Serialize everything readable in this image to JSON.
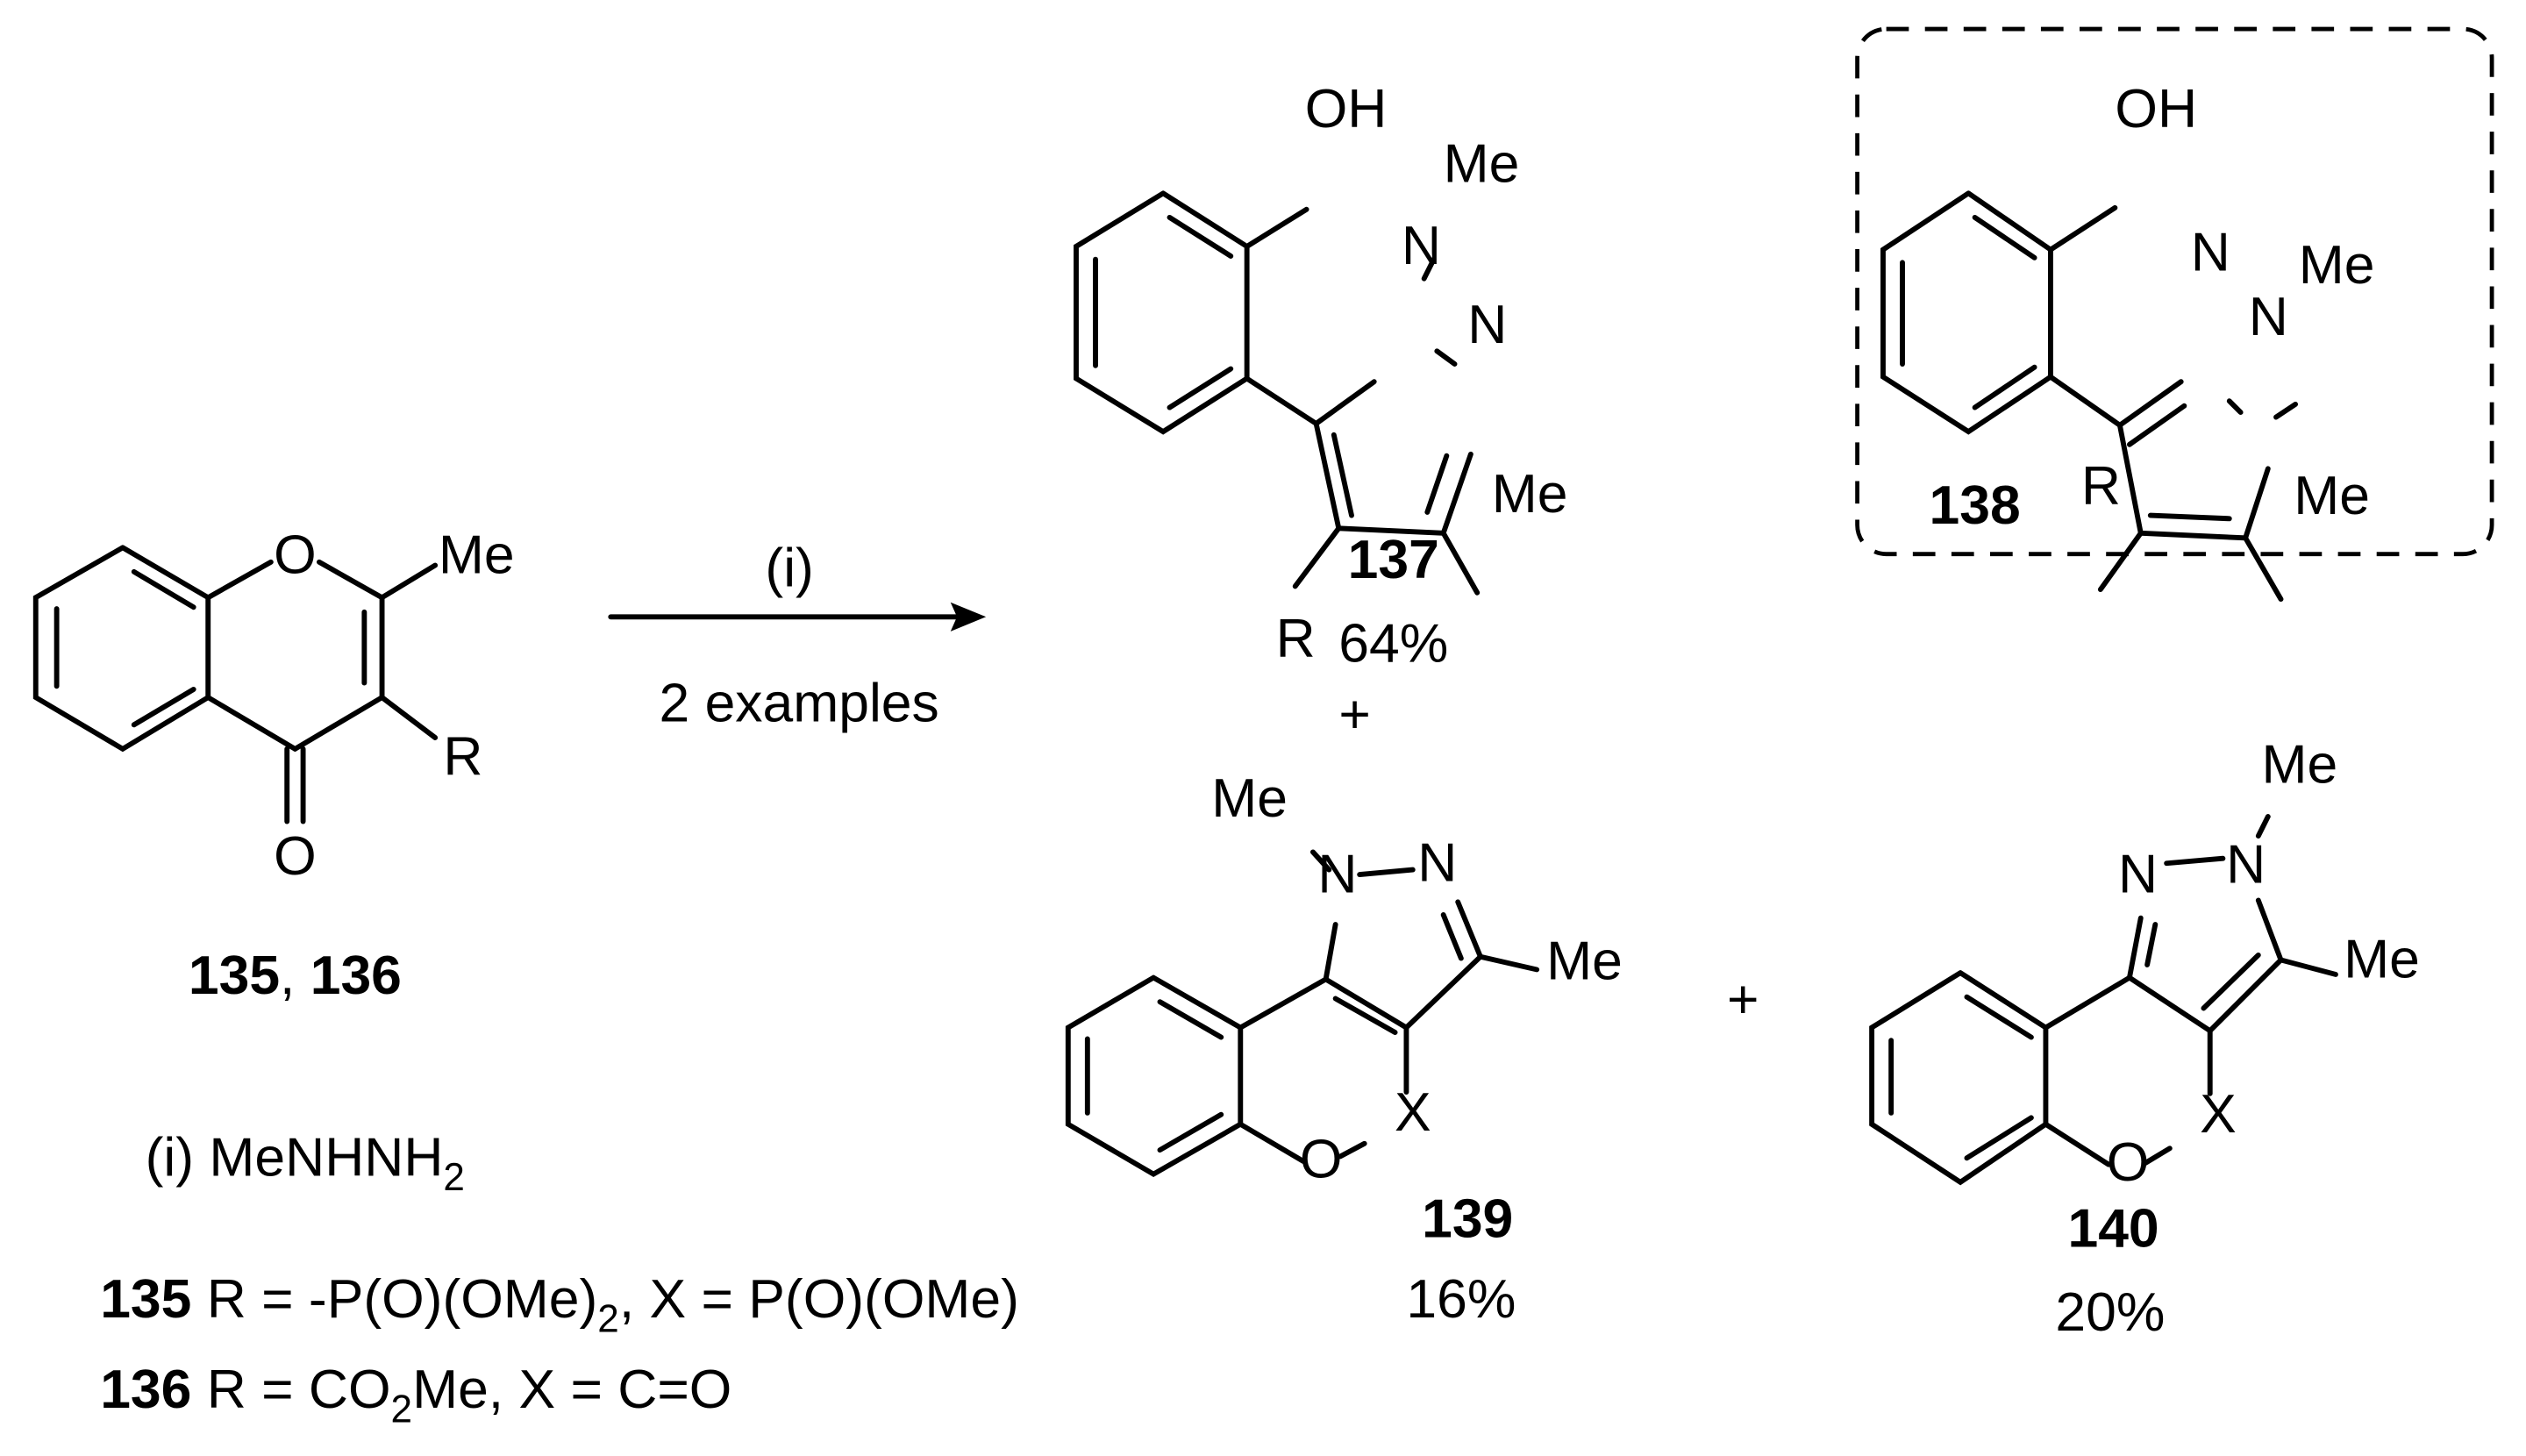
{
  "scheme": {
    "reagent_label": "(i)",
    "arrow_sublabel": "2 examples",
    "conditions": {
      "marker": "(i)",
      "reagent": "MeNHNH",
      "reagent_subscript": "2"
    },
    "plus_sign": "+",
    "starting_material": {
      "labels": [
        "135",
        "136"
      ],
      "separator": ", ",
      "atoms": {
        "ring_O": "O",
        "Me": "Me",
        "R": "R",
        "carbonyl_O": "O"
      }
    },
    "products": [
      {
        "id": "137",
        "yield": "64%",
        "atoms": {
          "OH": "OH",
          "N1": "N",
          "N2": "N",
          "NMe": "Me",
          "CMe": "Me",
          "R": "R"
        }
      },
      {
        "id": "138",
        "yield": "",
        "boxed": true,
        "atoms": {
          "OH": "OH",
          "N1": "N",
          "N2": "N",
          "NMe": "Me",
          "CMe": "Me",
          "R": "R"
        }
      },
      {
        "id": "139",
        "yield": "16%",
        "atoms": {
          "NMe": "Me",
          "N1": "N",
          "N2": "N",
          "CMe": "Me",
          "O": "O",
          "X": "X"
        }
      },
      {
        "id": "140",
        "yield": "20%",
        "atoms": {
          "NMe": "Me",
          "N1": "N",
          "N2": "N",
          "CMe": "Me",
          "O": "O",
          "X": "X"
        }
      }
    ],
    "definitions": [
      {
        "compound": "135",
        "text_a": "R = -P(O)(OMe)",
        "sub": "2",
        "text_b": ", X = P(O)(OMe)"
      },
      {
        "compound": "136",
        "text_a": "R = CO",
        "sub": "2",
        "text_b": "Me, X = C=O"
      }
    ]
  }
}
